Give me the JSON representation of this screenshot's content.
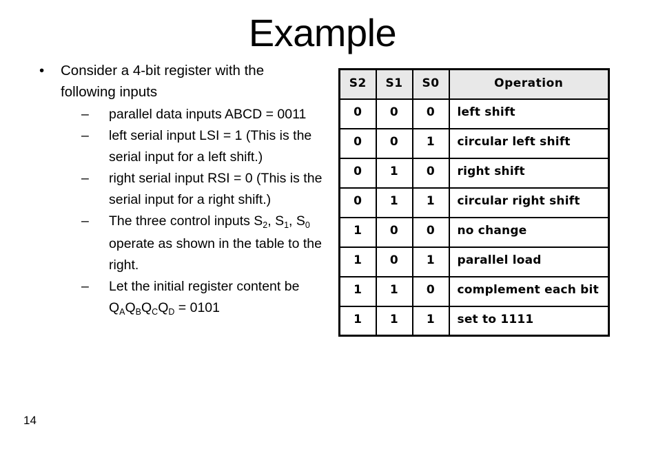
{
  "slide": {
    "title": "Example",
    "page_number": "14"
  },
  "bullets": [
    {
      "level": 1,
      "marker": "•",
      "text": "Consider a 4-bit register with the following inputs"
    },
    {
      "level": 2,
      "marker": "–",
      "text": "parallel data inputs ABCD = 0011"
    },
    {
      "level": 2,
      "marker": "–",
      "text": "left serial input LSI = 1 (This is the serial input for a left shift.)"
    },
    {
      "level": 2,
      "marker": "–",
      "text": "right serial input RSI = 0 (This is the serial input for a right shift.)"
    },
    {
      "level": 2,
      "marker": "–",
      "text_html": "The three control inputs S<sub>2</sub>, S<sub>1</sub>, S<sub>0</sub> operate as shown in the table to the right."
    },
    {
      "level": 2,
      "marker": "–",
      "text_html": "Let the initial register content be Q<sub>A</sub>Q<sub>B</sub>Q<sub>C</sub>Q<sub>D</sub> = 0101"
    }
  ],
  "table": {
    "header_bg": "#e8e8e8",
    "border_color": "#000000",
    "columns": [
      "S2",
      "S1",
      "S0",
      "Operation"
    ],
    "rows": [
      {
        "s2": "0",
        "s1": "0",
        "s0": "0",
        "operation": "left shift"
      },
      {
        "s2": "0",
        "s1": "0",
        "s0": "1",
        "operation": "circular left shift"
      },
      {
        "s2": "0",
        "s1": "1",
        "s0": "0",
        "operation": "right shift"
      },
      {
        "s2": "0",
        "s1": "1",
        "s0": "1",
        "operation": "circular right shift"
      },
      {
        "s2": "1",
        "s1": "0",
        "s0": "0",
        "operation": "no change"
      },
      {
        "s2": "1",
        "s1": "0",
        "s0": "1",
        "operation": "parallel load"
      },
      {
        "s2": "1",
        "s1": "1",
        "s0": "0",
        "operation": "complement each bit"
      },
      {
        "s2": "1",
        "s1": "1",
        "s0": "1",
        "operation": "set to 1111"
      }
    ]
  }
}
